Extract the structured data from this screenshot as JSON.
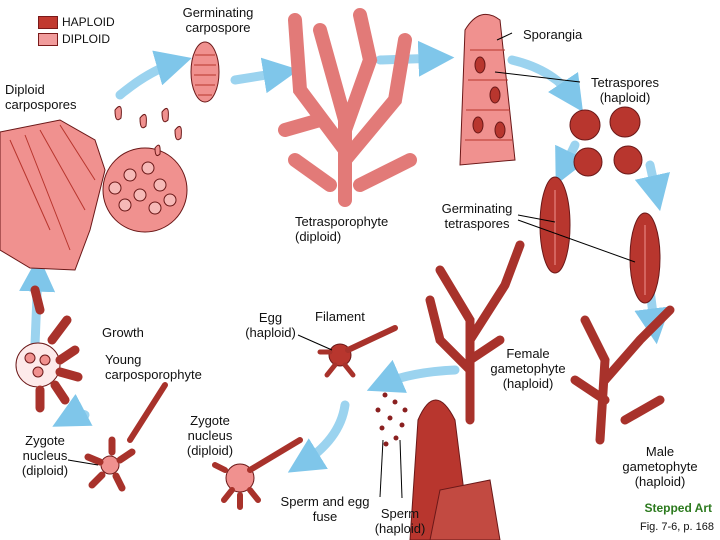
{
  "legend": {
    "items": [
      {
        "label": "HAPLOID",
        "color": "#c1392f"
      },
      {
        "label": "DIPLOID",
        "color": "#f19c9c"
      }
    ]
  },
  "colors": {
    "haploid": "#b8362e",
    "diploid": "#f0918f",
    "arrow": "#7fc6ea",
    "outline": "#6b1818"
  },
  "labels": {
    "germinating_carpospore": "Germinating\ncarpospore",
    "sporangia": "Sporangia",
    "tetraspores": "Tetraspores\n(haploid)",
    "diploid_carpospores": "Diploid\ncarpospores",
    "tetrasporophyte": "Tetrasporophyte\n(diploid)",
    "germinating_tetraspores": "Germinating\ntetraspores",
    "filament": "Filament",
    "egg": "Egg\n(haploid)",
    "growth": "Growth",
    "young_carposporophyte": "Young\ncarposporophyte",
    "female_gametophyte": "Female\ngametophyte\n(haploid)",
    "zygote_nucleus_left": "Zygote\nnucleus\n(diploid)",
    "zygote_nucleus_center": "Zygote\nnucleus\n(diploid)",
    "male_gametophyte": "Male\ngametophyte\n(haploid)",
    "sperm_egg_fuse": "Sperm and egg\nfuse",
    "sperm": "Sperm\n(haploid)"
  },
  "credits": {
    "art": "Stepped Art",
    "figure": "Fig. 7-6, p. 168"
  }
}
